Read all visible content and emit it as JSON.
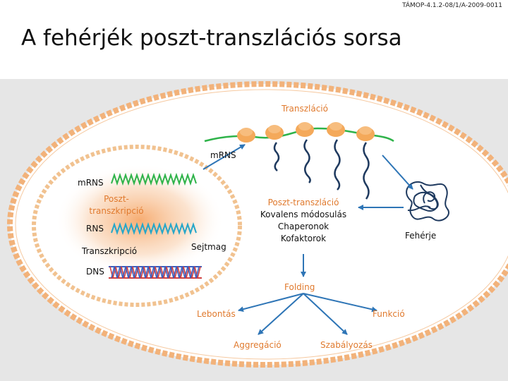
{
  "header_code": "TÁMOP-4.1.2-08/1/A-2009-0011",
  "title": "A fehérjék poszt-transzlációs sorsa",
  "diagram": {
    "translation": "Transzláció",
    "mrns_top": "mRNS",
    "mrns_left": "mRNS",
    "post_transcription": "Poszt-\ntranszkripció",
    "rns": "RNS",
    "transcription": "Transzkripció",
    "nucleus": "Sejtmag",
    "dns": "DNS",
    "post_translation_title": "Poszt-transzláció",
    "post_translation_items": [
      "Kovalens módosulás",
      "Chaperonok",
      "Kofaktorok"
    ],
    "protein": "Fehérje",
    "folding": "Folding",
    "degradation": "Lebontás",
    "function": "Funkció",
    "aggregation": "Aggregáció",
    "regulation": "Szabályozás"
  },
  "colors": {
    "accent_orange": "#e07a2e",
    "cell_membrane": "#f2b27a",
    "nucleus_membrane": "#f1c290",
    "ribosome": "#f4a95a",
    "arrow_blue": "#2e75b6",
    "chain_navy": "#1f3a5f",
    "green_rna": "#2fb34a",
    "teal_rna": "#25a6c9",
    "dna_red": "#d04040",
    "dna_blue": "#3a5fc0"
  }
}
